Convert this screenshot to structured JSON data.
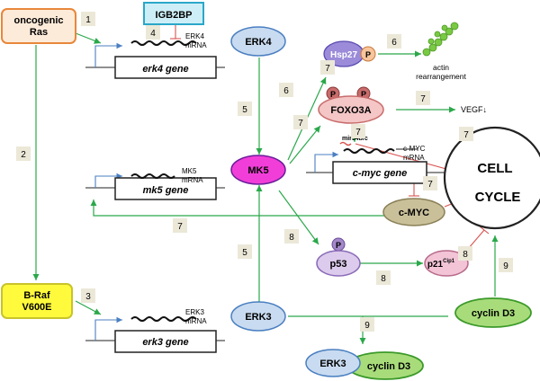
{
  "boxes": {
    "oncogenic_ras": "oncogenic\nRas",
    "igb2bp": "IGB2BP",
    "braf": "B-Raf\nV600E"
  },
  "genes": {
    "erk4": "erk4 gene",
    "mk5": "mk5 gene",
    "erk3": "erk3 gene",
    "cmyc": "c-myc gene"
  },
  "mrna": {
    "erk4": "ERK4\nmRNA",
    "mk5": "MK5\nmRNA",
    "erk3": "ERK3\nmRNA",
    "cmyc": "c-MYC\nmRNA",
    "mir": "mir34b/c"
  },
  "proteins": {
    "erk4": "ERK4",
    "mk5": "MK5",
    "erk3": "ERK3",
    "hsp27": "Hsp27",
    "foxo3a": "FOXO3A",
    "cmyc": "c-MYC",
    "p53": "p53",
    "p21": "p21",
    "p21_sup": "Cip1",
    "cyclin_d3": "cyclin D3",
    "complex_erk3": "ERK3",
    "complex_cyclin": "cyclin D3",
    "phospho": "P"
  },
  "outputs": {
    "actin": "actin\nrearrangement",
    "vegf": "VEGF↓",
    "cell_cycle_1": "CELL",
    "cell_cycle_2": "CYCLE"
  },
  "step_numbers": [
    "1",
    "2",
    "3",
    "4",
    "5",
    "6",
    "7",
    "7",
    "7",
    "7",
    "7",
    "7",
    "8",
    "8",
    "8",
    "9",
    "9",
    "5",
    "6",
    "7"
  ]
}
